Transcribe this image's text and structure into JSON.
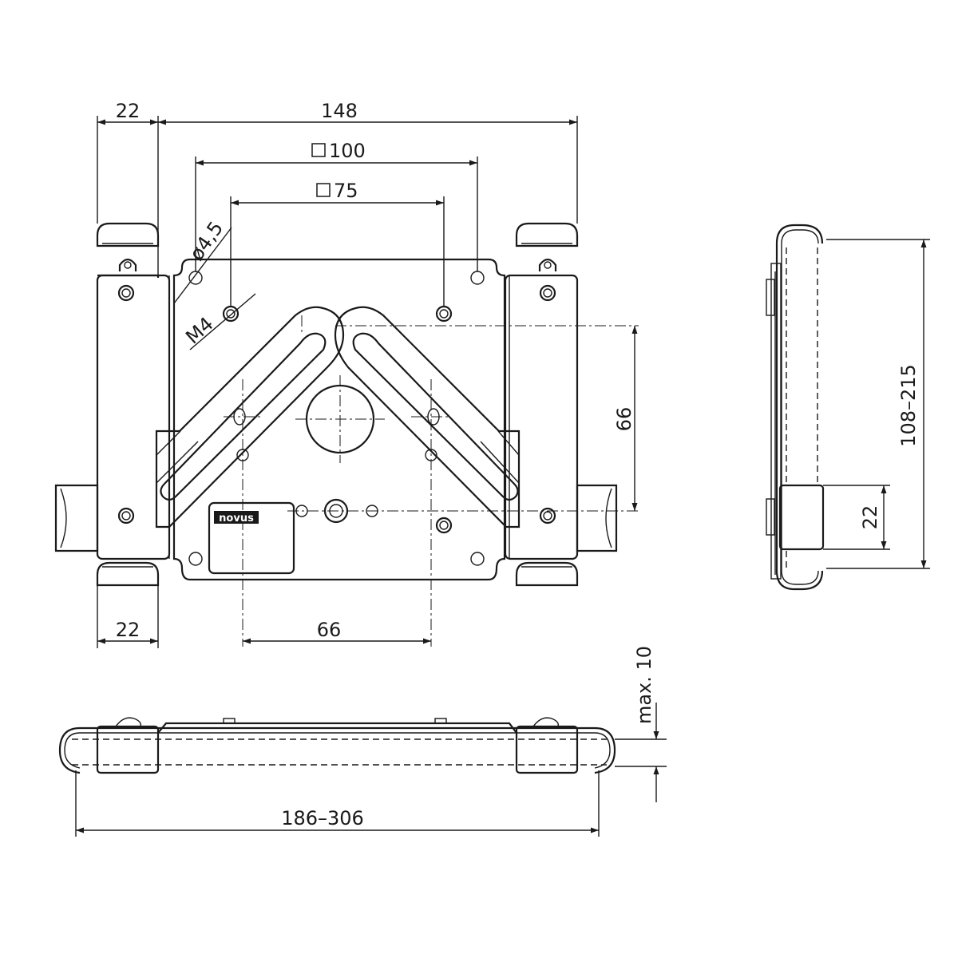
{
  "front_view": {
    "dim_top_left": "22",
    "dim_top_width": "148",
    "dim_square_100": "100",
    "dim_square_75": "75",
    "dim_hole": "ø4,5",
    "dim_thread": "M4",
    "dim_right_height": "66",
    "dim_bottom_left": "22",
    "dim_bottom_spacing": "66",
    "logo_text": "novus"
  },
  "side_view": {
    "dim_height_range": "108–215",
    "dim_clamp": "22"
  },
  "bottom_view": {
    "dim_max_depth": "max. 10",
    "dim_width_range": "186–306"
  },
  "colors": {
    "line": "#1a1a1a",
    "background": "#ffffff"
  }
}
